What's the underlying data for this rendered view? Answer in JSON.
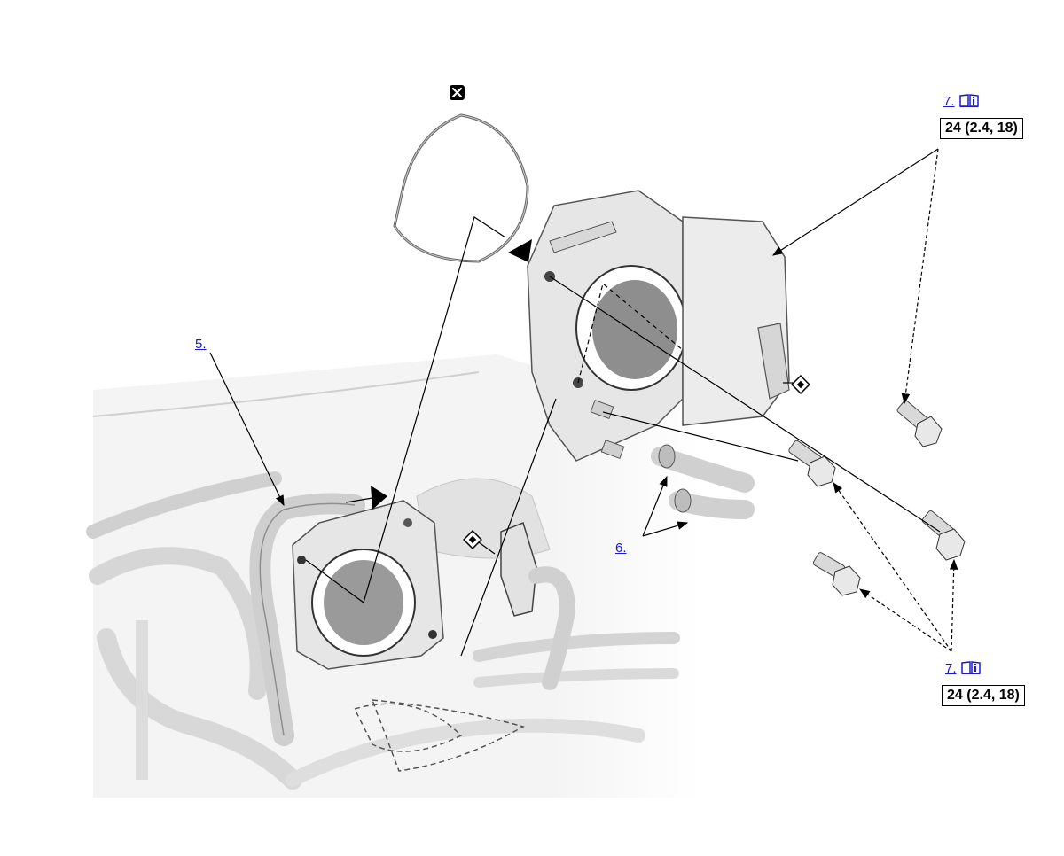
{
  "callouts": {
    "item5": "5.",
    "item6": "6.",
    "item7_top": "7.",
    "item7_bottom": "7."
  },
  "torque": {
    "top": "24 (2.4, 18)",
    "bottom": "24 (2.4, 18)"
  },
  "icons": {
    "replace": "replace-part-x-icon",
    "connector": "electrical-connector-icon",
    "info": "service-info-book-icon"
  },
  "colors": {
    "link": "#1a1ad6",
    "line": "#000000",
    "part_fill": "#e6e6e6",
    "part_stroke": "#555555"
  }
}
